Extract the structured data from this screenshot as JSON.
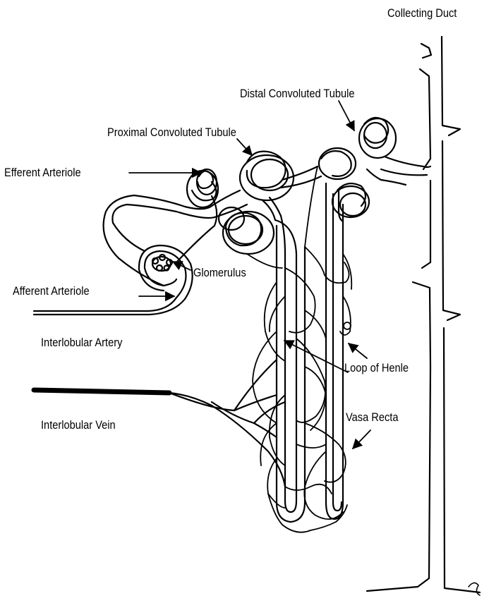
{
  "labels": {
    "collecting_duct": "Collecting Duct",
    "distal_tubule": "Distal Convoluted Tubule",
    "proximal_tubule": "Proximal Convoluted Tubule",
    "efferent_arteriole": "Efferent Arteriole",
    "glomerulus": "Glomerulus",
    "afferent_arteriole": "Afferent Arteriole",
    "interlobular_artery": "Interlobular Artery",
    "loop_of_henle": "Loop of Henle",
    "interlobular_vein": "Interlobular Vein",
    "vasa_recta": "Vasa Recta"
  },
  "signature": "CJ"
}
